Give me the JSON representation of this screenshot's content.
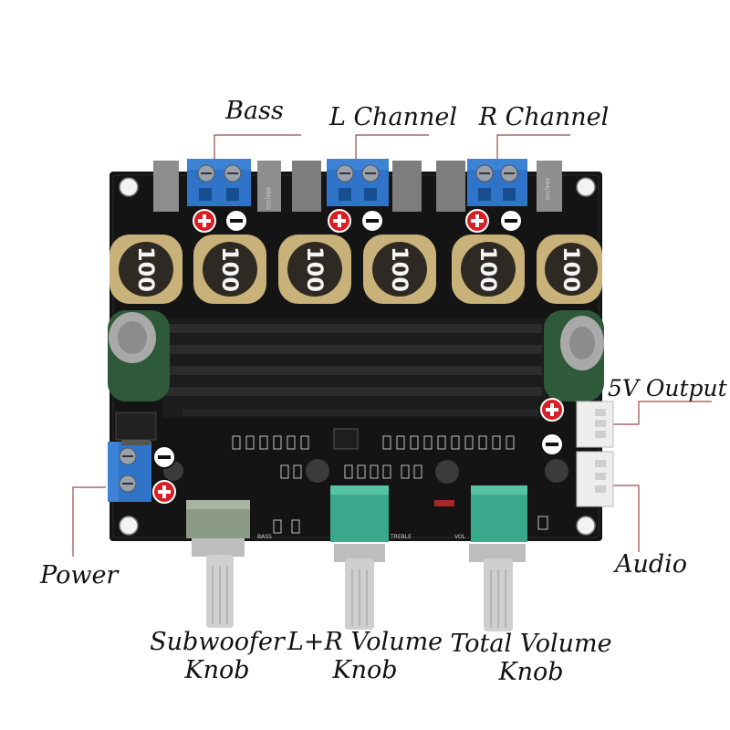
{
  "labels": {
    "bass": "Bass",
    "l_channel": "L Channel",
    "r_channel": "R Channel",
    "output_5v": "5V Output",
    "audio": "Audio",
    "power": "Power",
    "subwoofer_knob": [
      "Subwoofer",
      "Knob"
    ],
    "lr_volume_knob": [
      "L+R Volume",
      "Knob"
    ],
    "total_volume_knob": [
      "Total Volume",
      "Knob"
    ]
  },
  "silkscreen": {
    "coil_value": "100",
    "bass_text": "BASS",
    "treble_text": "TREBLE",
    "vol_text": "VOL",
    "cap_text": "684J100"
  },
  "colors": {
    "pcb": "#141414",
    "terminal_blue": "#2f74c9",
    "pot_green": "#3aa88a",
    "plus_red": "#d81f26",
    "connector_white": "#eeeeee"
  }
}
